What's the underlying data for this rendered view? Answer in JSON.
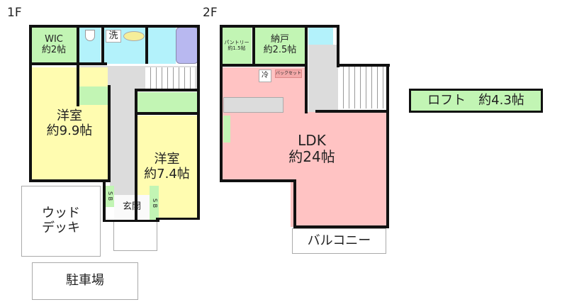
{
  "floors": [
    {
      "label": "1F",
      "rooms": [
        {
          "id": "wic",
          "name": "WIC",
          "area": "約2帖"
        },
        {
          "id": "washroom",
          "name": "洗"
        },
        {
          "id": "western1",
          "name": "洋室",
          "area": "約9.9帖"
        },
        {
          "id": "western2",
          "name": "洋室",
          "area": "約7.4帖"
        },
        {
          "id": "entrance",
          "name": "玄関"
        },
        {
          "id": "sb1",
          "name": "S B"
        },
        {
          "id": "sb2",
          "name": "S B"
        },
        {
          "id": "wood_deck",
          "name": "ウッド デッキ",
          "line1": "ウッド",
          "line2": "デッキ"
        },
        {
          "id": "parking",
          "name": "駐車場"
        }
      ]
    },
    {
      "label": "2F",
      "rooms": [
        {
          "id": "pantry",
          "name": "パントリー",
          "area": "約1.5帖"
        },
        {
          "id": "storage",
          "name": "納戸",
          "area": "約2.5帖"
        },
        {
          "id": "fridge",
          "name": "冷"
        },
        {
          "id": "backset",
          "name": "バックセット"
        },
        {
          "id": "ldk",
          "name": "LDK",
          "area": "約24帖"
        },
        {
          "id": "balcony",
          "name": "バルコニー"
        }
      ]
    }
  ],
  "loft": {
    "label": "ロフト　約4.3帖"
  },
  "colors": {
    "western": "#fffcb0",
    "storage": "#c2f5b4",
    "water": "#b3f2fb",
    "ldk": "#ffc3c3",
    "hall": "#dcdcdc",
    "bath": "#b8b8f0",
    "wall": "#111111"
  }
}
